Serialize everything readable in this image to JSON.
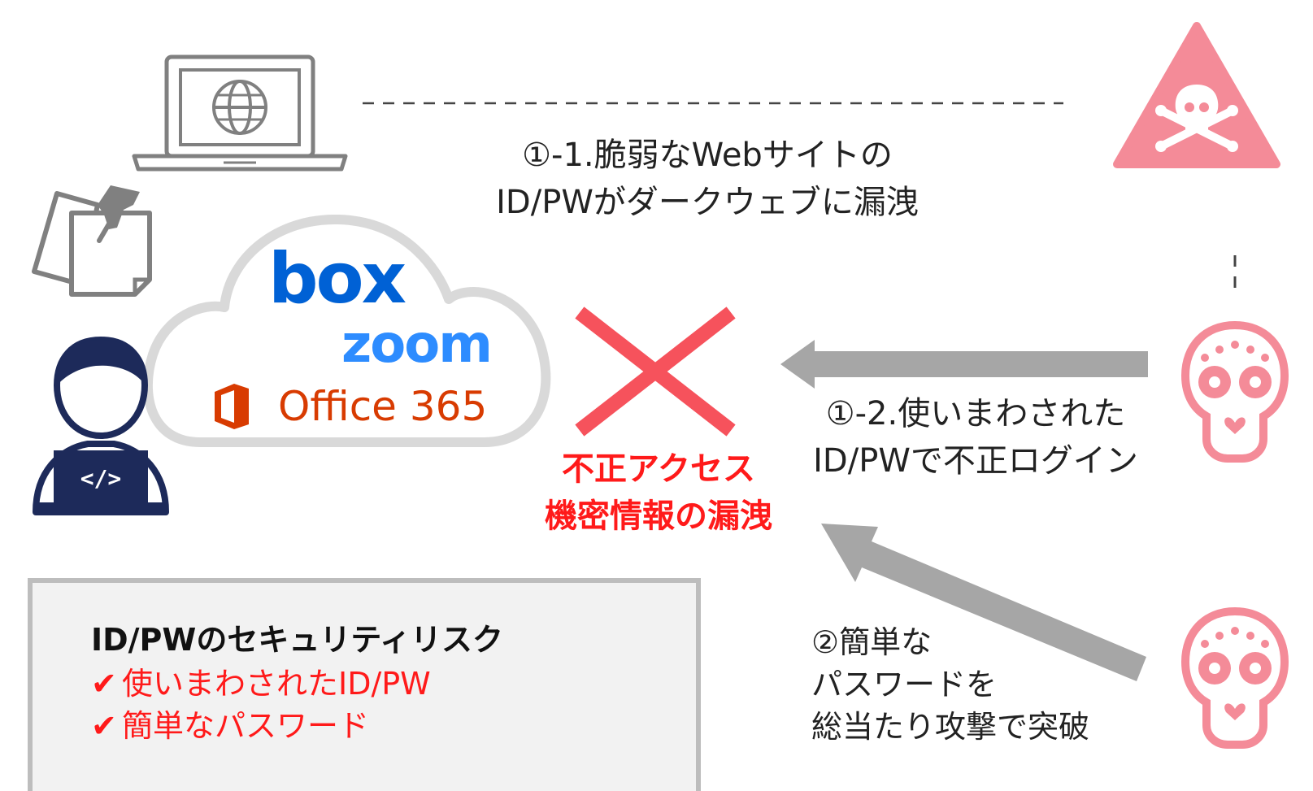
{
  "captions": {
    "leak": [
      "①-1.脆弱なWebサイトの",
      "ID/PWがダークウェブに漏洩"
    ],
    "reuse": [
      "①-2.使いまわされた",
      "ID/PWで不正ログイン"
    ],
    "bruteforce": [
      "②簡単な",
      "パスワードを",
      "総当たり攻撃で突破"
    ]
  },
  "consequence": [
    "不正アクセス",
    "機密情報の漏洩"
  ],
  "cloud_services": {
    "box": "box",
    "zoom": "zoom",
    "office": "Office 365"
  },
  "risk_box": {
    "title": "ID/PWのセキュリティリスク",
    "check_glyph": "✔",
    "items": [
      "使いまわされたID/PW",
      "簡単なパスワード"
    ]
  },
  "icons": {
    "laptop": "globe-laptop-icon",
    "notes": "sticky-note-pin-icon",
    "user": "developer-user-icon",
    "warning": "skull-warning-icon",
    "attacker": "sugar-skull-icon",
    "blocked": "x-cross-icon"
  },
  "colors": {
    "alert_red": "#ff1a1a",
    "cross_red": "#f6525c",
    "skull_pink": "#f48b98",
    "arrow_gray": "#a6a6a6",
    "navy": "#1d2a5a",
    "box_blue": "#0061d5",
    "zoom_blue": "#2d8cff",
    "office_orange": "#d83b01"
  }
}
